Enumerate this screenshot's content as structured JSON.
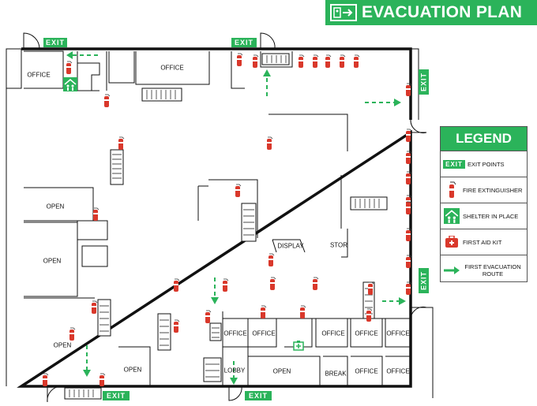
{
  "title": "EVACUATION PLAN",
  "exits": {
    "top_left": "EXIT",
    "top_mid": "EXIT",
    "right_upper": "EXIT",
    "right_lower": "EXIT",
    "bottom_left": "EXIT",
    "bottom_mid": "EXIT"
  },
  "rooms": {
    "office_tl": "OFFICE",
    "office_top": "OFFICE",
    "open_1": "OPEN",
    "open_2": "OPEN",
    "open_3": "OPEN",
    "open_4": "OPEN",
    "open_5": "OPEN",
    "display": "DISPLAY",
    "stor": "STOR",
    "office_b1": "OFFICE",
    "office_b2": "OFFICE",
    "office_b3": "OFFICE",
    "office_b4": "OFFICE",
    "office_b5": "OFFICE",
    "office_b6": "OFFICE",
    "office_b7": "OFFICE",
    "lobby": "LOBBY",
    "break": "BREAK"
  },
  "legend": {
    "title": "LEGEND",
    "exit_badge": "EXIT",
    "items": [
      {
        "label": "EXIT POINTS",
        "icon": "exit-sign"
      },
      {
        "label": "FIRE EXTINGUISHER",
        "icon": "fire-extinguisher"
      },
      {
        "label": "SHELTER IN PLACE",
        "icon": "shelter"
      },
      {
        "label": "FIRST AID KIT",
        "icon": "first-aid"
      },
      {
        "label": "FIRST EVACUATION ROUTE",
        "icon": "green-arrow"
      }
    ]
  },
  "colors": {
    "accent_green": "#2bb35a",
    "extinguisher_red": "#d9382b",
    "wall": "#111111",
    "route_green": "#2bb35a"
  }
}
